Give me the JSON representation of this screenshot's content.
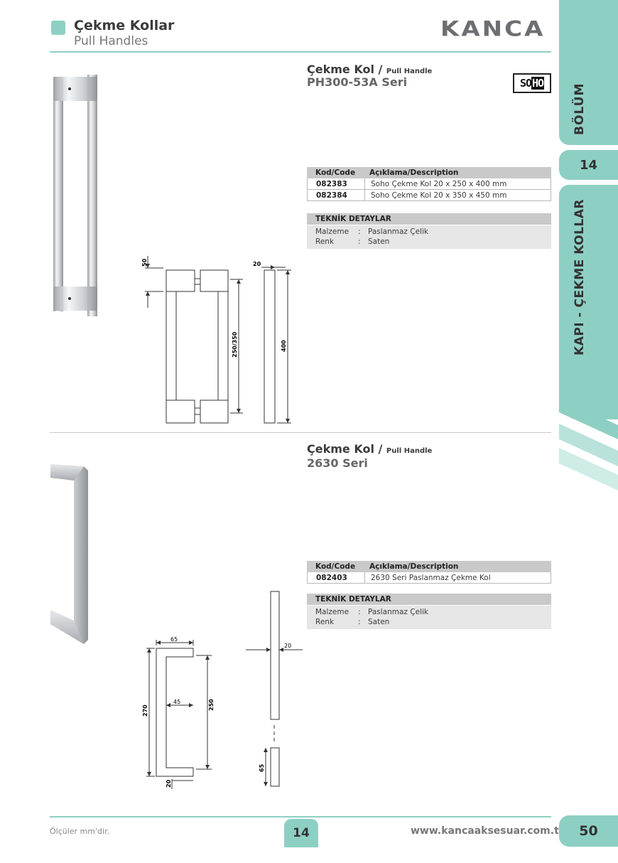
{
  "header": {
    "title": "Çekme Kollar",
    "subtitle": "Pull Handles",
    "brand": "KANCA"
  },
  "sidebar": {
    "section_label": "BÖLÜM",
    "section_number": "14",
    "section_title": "KAPI - ÇEKME KOLLAR"
  },
  "products": [
    {
      "title": "Çekme Kol /",
      "title_en": "Pull Handle",
      "series": "PH300-53A Seri",
      "badge": [
        "SO",
        "HO"
      ],
      "table_headers": [
        "Kod/Code",
        "Açıklama/Description"
      ],
      "rows": [
        {
          "code": "082383",
          "desc": "Soho Çekme Kol 20 x 250 x 400 mm"
        },
        {
          "code": "082384",
          "desc": "Soho Çekme Kol 20 x 350 x 450 mm"
        }
      ],
      "tech_title": "TEKNİK DETAYLAR",
      "tech": [
        {
          "key": "Malzeme",
          "sep": ":",
          "val": "Paslanmaz Çelik"
        },
        {
          "key": "Renk",
          "sep": ":",
          "val": "Saten"
        }
      ],
      "dims": {
        "top": "50",
        "width": "20",
        "inner": "250/350",
        "length": "400"
      }
    },
    {
      "title": "Çekme Kol /",
      "title_en": "Pull Handle",
      "series": "2630 Seri",
      "table_headers": [
        "Kod/Code",
        "Açıklama/Description"
      ],
      "rows": [
        {
          "code": "082403",
          "desc": "2630 Seri Paslanmaz Çekme Kol"
        }
      ],
      "tech_title": "TEKNİK DETAYLAR",
      "tech": [
        {
          "key": "Malzeme",
          "sep": ":",
          "val": "Paslanmaz Çelik"
        },
        {
          "key": "Renk",
          "sep": ":",
          "val": "Saten"
        }
      ],
      "dims": {
        "top": "65",
        "inner_depth": "45",
        "total": "270",
        "inner": "250",
        "bar": "20",
        "side_width": "20",
        "side_end": "65"
      }
    }
  ],
  "footer": {
    "note": "Ölçüler mm'dir.",
    "chapter": "14",
    "url": "www.kancaaksesuar.com.tr",
    "page": "50"
  }
}
